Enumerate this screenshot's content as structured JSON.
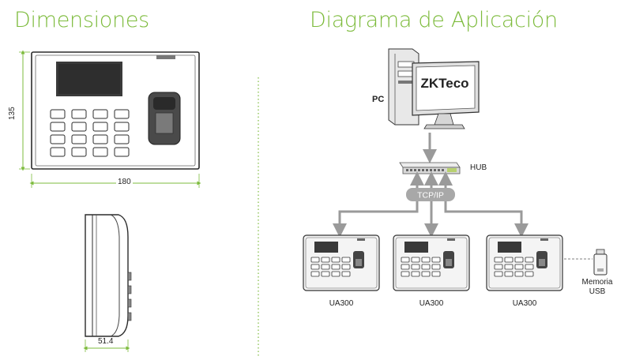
{
  "titles": {
    "dimensions": "Dimensiones",
    "application": "Diagrama de Aplicación"
  },
  "dimensions": {
    "height": "135",
    "width": "180",
    "depth": "51.4"
  },
  "diagram": {
    "pc_label": "PC",
    "brand": "ZKTeco",
    "hub_label": "HUB",
    "network_label": "TCP/IP",
    "devices": [
      "UA300",
      "UA300",
      "UA300"
    ],
    "usb_label_line1": "Memoria",
    "usb_label_line2": "USB"
  },
  "colors": {
    "accent_green": "#7dbb3c",
    "device_body": "#2a2a2a",
    "connector_gray": "#9a9a9a"
  }
}
